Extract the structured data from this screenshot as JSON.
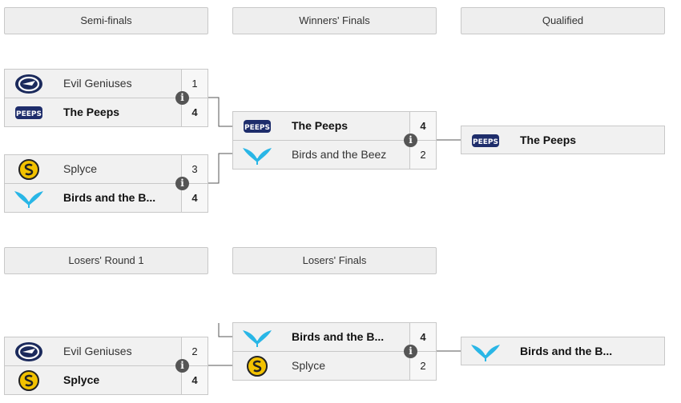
{
  "headers": {
    "semifinals": "Semi-finals",
    "winners_finals": "Winners' Finals",
    "qualified": "Qualified",
    "losers_round1": "Losers' Round 1",
    "losers_finals": "Losers' Finals"
  },
  "semifinal1": {
    "team1": {
      "name": "Evil Geniuses",
      "score": "1",
      "logo": "evil-geniuses-logo"
    },
    "team2": {
      "name": "The Peeps",
      "score": "4",
      "logo": "the-peeps-logo"
    }
  },
  "semifinal2": {
    "team1": {
      "name": "Splyce",
      "score": "3",
      "logo": "splyce-logo"
    },
    "team2": {
      "name": "Birds and the B...",
      "score": "4",
      "logo": "birds-logo"
    }
  },
  "winners_final": {
    "team1": {
      "name": "The Peeps",
      "score": "4",
      "logo": "the-peeps-logo"
    },
    "team2": {
      "name": "Birds and the Beez",
      "score": "2",
      "logo": "birds-logo"
    }
  },
  "qualified_upper": {
    "name": "The Peeps",
    "logo": "the-peeps-logo"
  },
  "losers_round1": {
    "team1": {
      "name": "Evil Geniuses",
      "score": "2",
      "logo": "evil-geniuses-logo"
    },
    "team2": {
      "name": "Splyce",
      "score": "4",
      "logo": "splyce-logo"
    }
  },
  "losers_final": {
    "team1": {
      "name": "Birds and the B...",
      "score": "4",
      "logo": "birds-logo"
    },
    "team2": {
      "name": "Splyce",
      "score": "2",
      "logo": "splyce-logo"
    }
  },
  "qualified_lower": {
    "name": "Birds and the B...",
    "logo": "birds-logo"
  },
  "info_icon": "i",
  "peeps_logo_text": "PEEPS",
  "colors": {
    "eg_blue": "#1b2a5c",
    "splyce_yellow": "#f2c200",
    "birds_cyan": "#29b6e6",
    "peeps_navy": "#1e2d6b"
  }
}
